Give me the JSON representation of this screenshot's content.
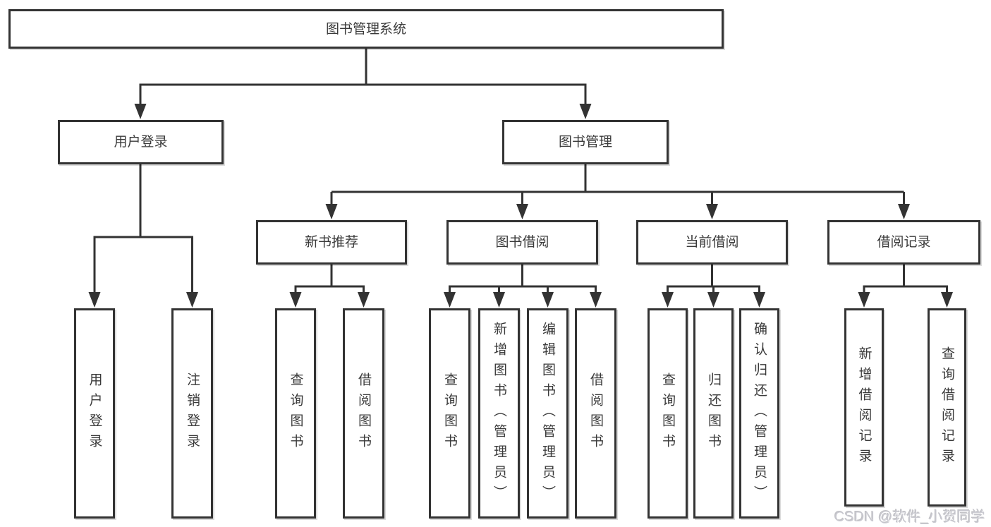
{
  "root": {
    "label": "图书管理系统"
  },
  "branches": [
    {
      "label": "用户登录",
      "leaves": [
        {
          "label": "用户登录"
        },
        {
          "label": "注销登录"
        }
      ]
    },
    {
      "label": "图书管理",
      "groups": [
        {
          "label": "新书推荐",
          "leaves": [
            {
              "label": "查询图书"
            },
            {
              "label": "借阅图书"
            }
          ]
        },
        {
          "label": "图书借阅",
          "leaves": [
            {
              "label": "查询图书"
            },
            {
              "label": "新增图书（管理员）"
            },
            {
              "label": "编辑图书（管理员）"
            },
            {
              "label": "借阅图书"
            }
          ]
        },
        {
          "label": "当前借阅",
          "leaves": [
            {
              "label": "查询图书"
            },
            {
              "label": "归还图书"
            },
            {
              "label": "确认归还（管理员）"
            }
          ]
        },
        {
          "label": "借阅记录",
          "leaves": [
            {
              "label": "新增借阅记录"
            },
            {
              "label": "查询借阅记录"
            }
          ]
        }
      ]
    }
  ],
  "watermark": {
    "text": "CSDN @软件_小贺同学"
  },
  "colors": {
    "line": "#333333",
    "box_border": "#333333",
    "text": "#3a3a3a",
    "watermark": "#c6c6cd",
    "background": "#ffffff"
  }
}
